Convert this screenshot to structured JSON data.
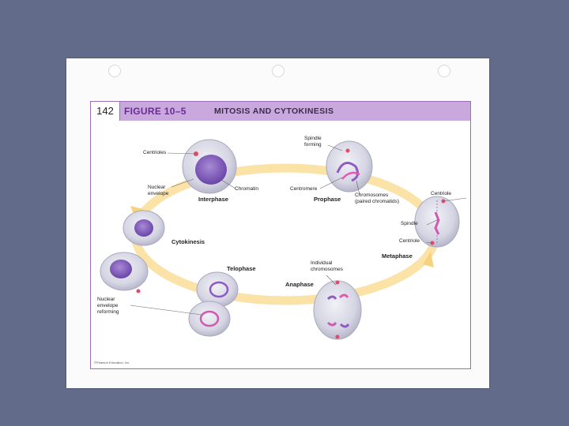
{
  "figure": {
    "page_number": "142",
    "label": "FIGURE 10–5",
    "title": "MITOSIS AND CYTOKINESIS",
    "copyright": "©Pearson Education, Inc."
  },
  "labels": {
    "centrioles": "Centrioles",
    "nuclear_envelope_1": "Nuclear",
    "nuclear_envelope_2": "envelope",
    "chromatin": "Chromatin",
    "interphase": "Interphase",
    "spindle_forming_1": "Spindle",
    "spindle_forming_2": "forming",
    "centromere": "Centromere",
    "chromosomes_1": "Chromosomes",
    "chromosomes_2": "(paired chromatids)",
    "prophase": "Prophase",
    "centriole_top": "Centriole",
    "spindle": "Spindle",
    "centriole_bottom": "Centriole",
    "metaphase": "Metaphase",
    "individual_1": "Individual",
    "individual_2": "chromosomes",
    "anaphase": "Anaphase",
    "telophase": "Telophase",
    "cytokinesis": "Cytokinesis",
    "reforming_1": "Nuclear",
    "reforming_2": "envelope",
    "reforming_3": "reforming"
  },
  "colors": {
    "background": "#636b8a",
    "header": "#c9a9dd",
    "cycle_arrow": "#fbe2a6",
    "cell": "#d9d9e6",
    "nucleus": "#7a56b8"
  }
}
